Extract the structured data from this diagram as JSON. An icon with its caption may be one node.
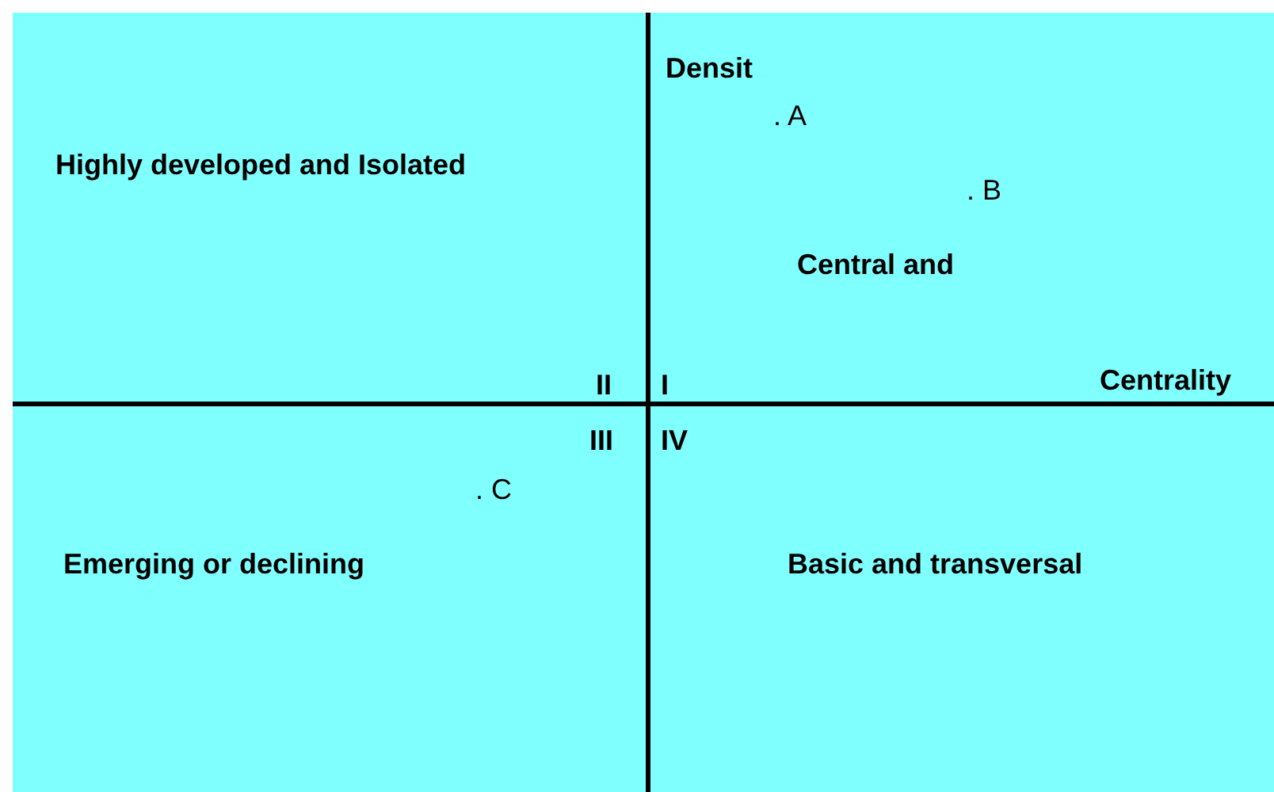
{
  "diagram": {
    "labels": [
      "Densit",
      ". A",
      "Highly developed and Isolated",
      ". B",
      "Central and",
      "II",
      "I",
      "Centrality",
      "III",
      "IV",
      ". C",
      "Emerging or declining",
      "Basic and transversal"
    ]
  }
}
